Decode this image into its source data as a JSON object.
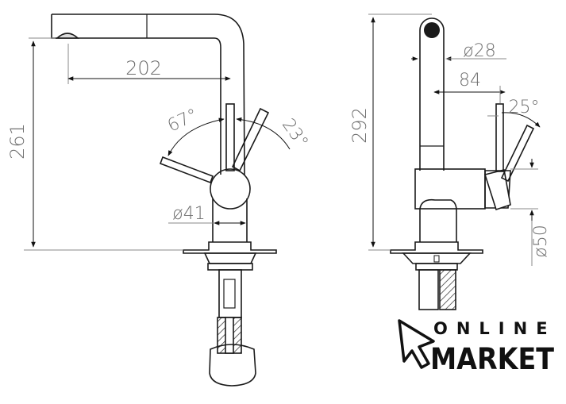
{
  "front_view": {
    "dimensions": {
      "spout_reach": "202",
      "height": "261",
      "lever_angle_left": "67°",
      "lever_angle_right": "23°",
      "body_diameter": "ø41"
    }
  },
  "side_view": {
    "dimensions": {
      "height": "292",
      "spout_diameter": "ø28",
      "lever_offset": "84",
      "lever_angle": "25°",
      "handle_diameter": "ø50"
    }
  },
  "logo": {
    "line1": "ONLINE",
    "line2": "MARKET"
  },
  "colors": {
    "outline": "#1a1a1a",
    "dimension": "#8a8a8a",
    "dimension_text": "#6f6f6f"
  }
}
